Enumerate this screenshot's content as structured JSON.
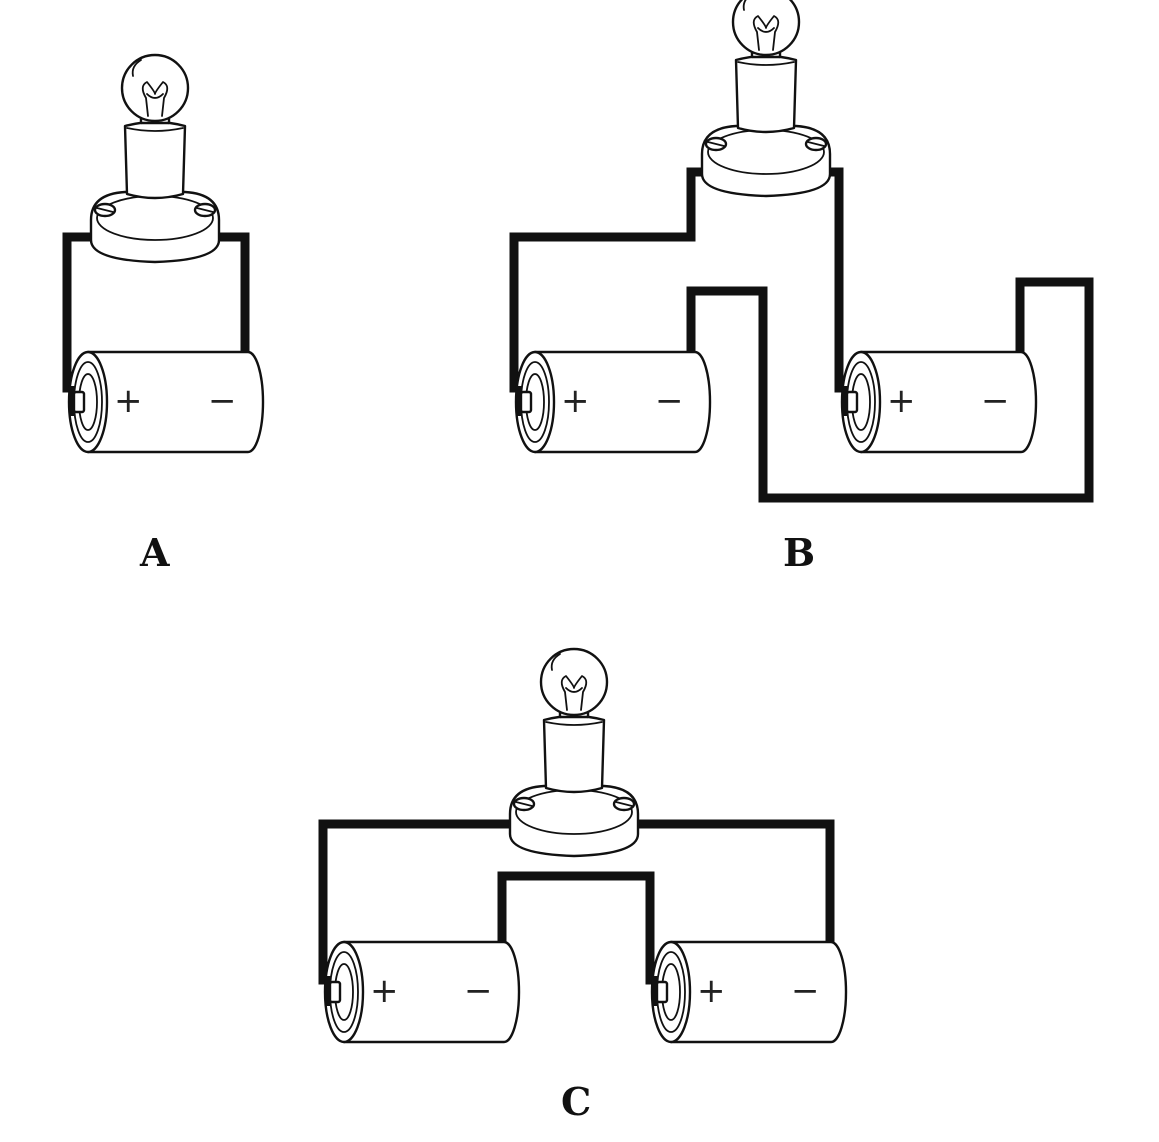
{
  "panels": [
    {
      "id": "A",
      "label": "A",
      "battery_count": 1,
      "plus_sign": "+",
      "minus_sign": "−"
    },
    {
      "id": "B",
      "label": "B",
      "battery_count": 2,
      "plus_sign": "+",
      "minus_sign": "−"
    },
    {
      "id": "C",
      "label": "C",
      "battery_count": 2,
      "plus_sign": "+",
      "minus_sign": "−"
    }
  ],
  "colors": {
    "ink": "#111111",
    "background": "#ffffff"
  }
}
